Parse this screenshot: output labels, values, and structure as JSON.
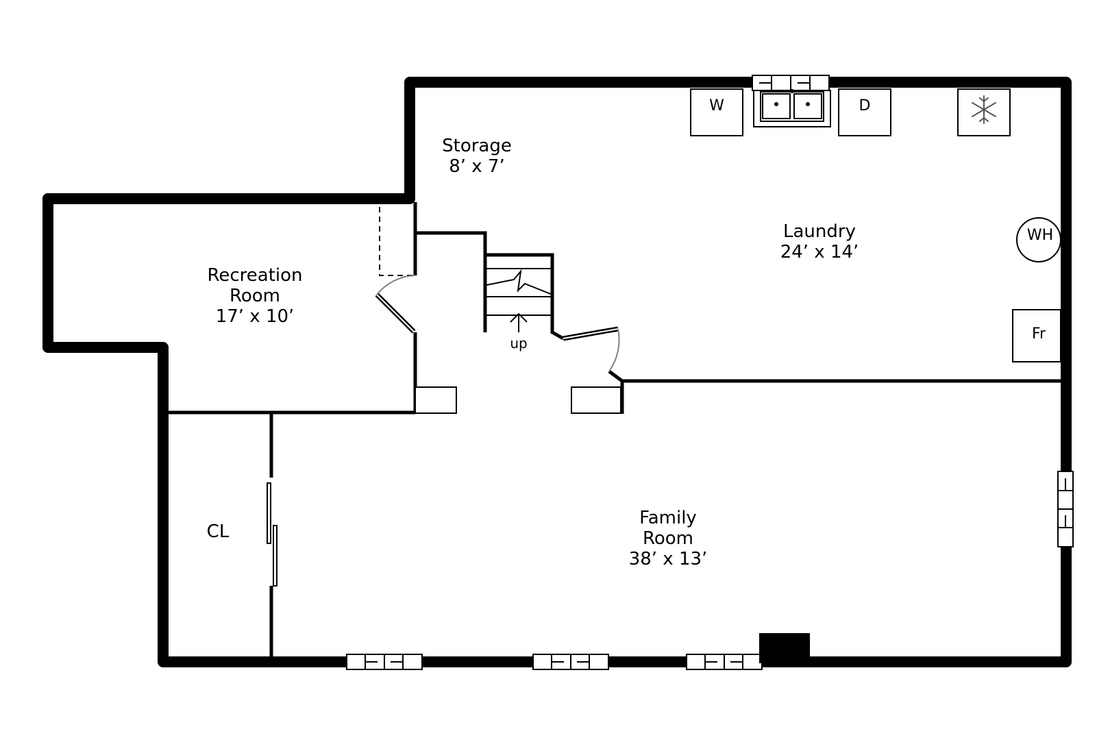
{
  "rooms": {
    "storage": {
      "name": "Storage",
      "dims": "8’ x 7’"
    },
    "laundry": {
      "name": "Laundry",
      "dims": "24’ x 14’"
    },
    "recreation": {
      "name_line1": "Recreation",
      "name_line2": "Room",
      "dims": "17’ x 10’"
    },
    "family": {
      "name_line1": "Family",
      "name_line2": "Room",
      "dims": "38’ x 13’"
    },
    "closet": {
      "name": "CL"
    }
  },
  "fixtures": {
    "washer": "W",
    "dryer": "D",
    "water_heater": "WH",
    "furnace": "Fr",
    "freezer_icon": "snowflake-icon"
  },
  "stairs": {
    "label": "up"
  },
  "colors": {
    "wall": "#000000",
    "door_swing": "#808080",
    "background": "#ffffff"
  }
}
